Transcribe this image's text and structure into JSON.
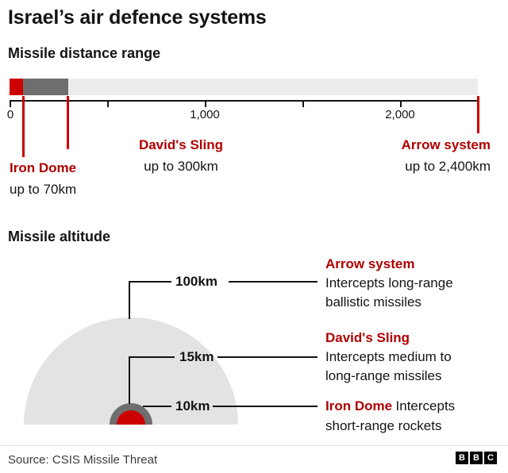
{
  "title": "Israel’s air defence systems",
  "range": {
    "heading": "Missile distance range",
    "ticks": [
      "0",
      "1,000",
      "2,000"
    ],
    "callouts": [
      {
        "name": "Iron Dome",
        "value": "up to 70km"
      },
      {
        "name": "David's Sling",
        "value": "up to 300km"
      },
      {
        "name": "Arrow system",
        "value": "up to 2,400km"
      }
    ]
  },
  "altitude": {
    "heading": "Missile altitude",
    "callouts": [
      {
        "km": "100km",
        "name": "Arrow system",
        "desc1": "Intercepts long-range",
        "desc2": "ballistic missiles"
      },
      {
        "km": "15km",
        "name": "David's Sling",
        "desc1": "Intercepts medium to",
        "desc2": "long-range missiles"
      },
      {
        "km": "10km",
        "name": "Iron Dome",
        "desc1": "Intercepts",
        "desc2": "short-range rockets"
      }
    ]
  },
  "footer": {
    "source": "Source: CSIS Missile Threat",
    "logo": [
      "B",
      "B",
      "C"
    ]
  },
  "colors": {
    "red": "#cc0000",
    "red_text": "#b00000",
    "dark_grey": "#6e6e6e",
    "bar_light_grey": "#ececec",
    "dome_grey": "#e3e3e3",
    "text": "#141414"
  },
  "chart_data": [
    {
      "type": "bar",
      "title": "Missile distance range",
      "orientation": "horizontal",
      "categories": [
        "Iron Dome",
        "David's Sling",
        "Arrow system"
      ],
      "values": [
        70,
        300,
        2400
      ],
      "unit": "km",
      "xlim": [
        0,
        2400
      ],
      "xticks": [
        0,
        1000,
        2000
      ],
      "value_labels": [
        "up to 70km",
        "up to 300km",
        "up to 2,400km"
      ],
      "legend": "none",
      "grid": false
    },
    {
      "type": "area",
      "title": "Missile altitude",
      "categories": [
        "Iron Dome",
        "David's Sling",
        "Arrow system"
      ],
      "values": [
        10,
        15,
        100
      ],
      "unit": "km",
      "annotations": [
        "Iron Dome Intercepts short-range rockets",
        "David's Sling Intercepts medium to long-range missiles",
        "Arrow system Intercepts long-range ballistic missiles"
      ]
    }
  ]
}
